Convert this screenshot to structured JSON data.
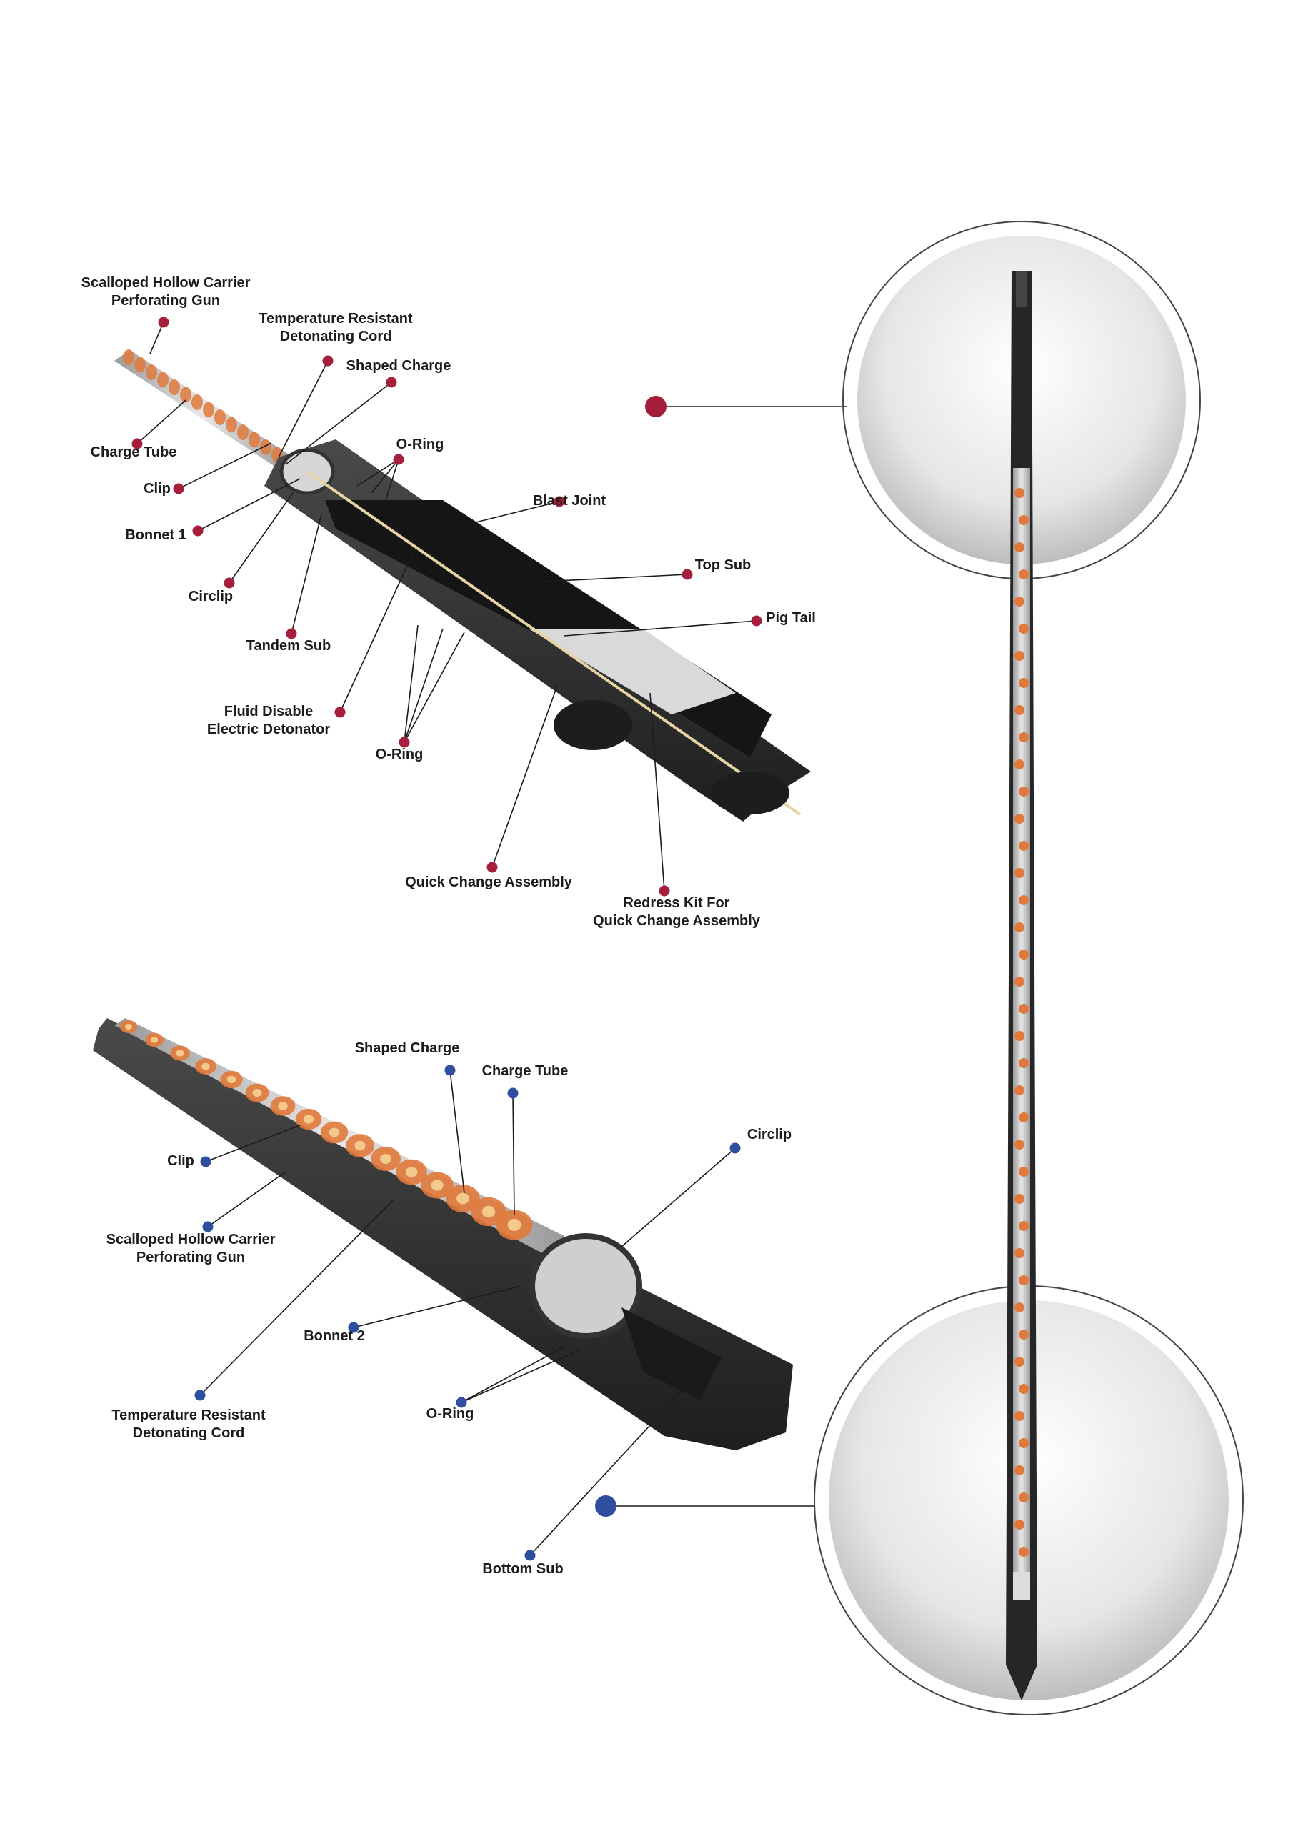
{
  "colors": {
    "red_dot": "#a51e3b",
    "blue_dot": "#2d4f9e",
    "gun_body": "#2b2b2b",
    "charge_tube": "#c9c9c9",
    "shaped_charge": "#e07a3c",
    "leader_line": "#1b1b1b"
  },
  "top_assembly": {
    "labels": [
      {
        "id": "scalloped-gun",
        "lines": [
          "Scalloped Hollow Carrier",
          "Perforating Gun"
        ]
      },
      {
        "id": "temp-cord",
        "lines": [
          "Temperature Resistant",
          "Detonating Cord"
        ]
      },
      {
        "id": "shaped-charge",
        "lines": [
          "Shaped Charge"
        ]
      },
      {
        "id": "charge-tube",
        "lines": [
          "Charge Tube"
        ]
      },
      {
        "id": "o-ring-1",
        "lines": [
          "O-Ring"
        ]
      },
      {
        "id": "clip",
        "lines": [
          "Clip"
        ]
      },
      {
        "id": "blast-joint",
        "lines": [
          "Blast Joint"
        ]
      },
      {
        "id": "bonnet-1",
        "lines": [
          "Bonnet 1"
        ]
      },
      {
        "id": "top-sub",
        "lines": [
          "Top Sub"
        ]
      },
      {
        "id": "circlip",
        "lines": [
          "Circlip"
        ]
      },
      {
        "id": "pig-tail",
        "lines": [
          "Pig Tail"
        ]
      },
      {
        "id": "tandem-sub",
        "lines": [
          "Tandem Sub"
        ]
      },
      {
        "id": "fluid-detonator",
        "lines": [
          "Fluid Disable",
          "Electric Detonator"
        ]
      },
      {
        "id": "o-ring-2",
        "lines": [
          "O-Ring"
        ]
      },
      {
        "id": "quick-change",
        "lines": [
          "Quick Change Assembly"
        ]
      },
      {
        "id": "redress-kit",
        "lines": [
          "Redress Kit For",
          "Quick Change Assembly"
        ]
      }
    ]
  },
  "bottom_assembly": {
    "labels": [
      {
        "id": "shaped-charge",
        "lines": [
          "Shaped Charge"
        ]
      },
      {
        "id": "charge-tube",
        "lines": [
          "Charge Tube"
        ]
      },
      {
        "id": "circlip",
        "lines": [
          "Circlip"
        ]
      },
      {
        "id": "clip",
        "lines": [
          "Clip"
        ]
      },
      {
        "id": "scalloped-gun",
        "lines": [
          "Scalloped Hollow Carrier",
          "Perforating Gun"
        ]
      },
      {
        "id": "bonnet-2",
        "lines": [
          "Bonnet 2"
        ]
      },
      {
        "id": "temp-cord",
        "lines": [
          "Temperature Resistant",
          "Detonating Cord"
        ]
      },
      {
        "id": "o-ring",
        "lines": [
          "O-Ring"
        ]
      },
      {
        "id": "bottom-sub",
        "lines": [
          "Bottom Sub"
        ]
      }
    ]
  }
}
